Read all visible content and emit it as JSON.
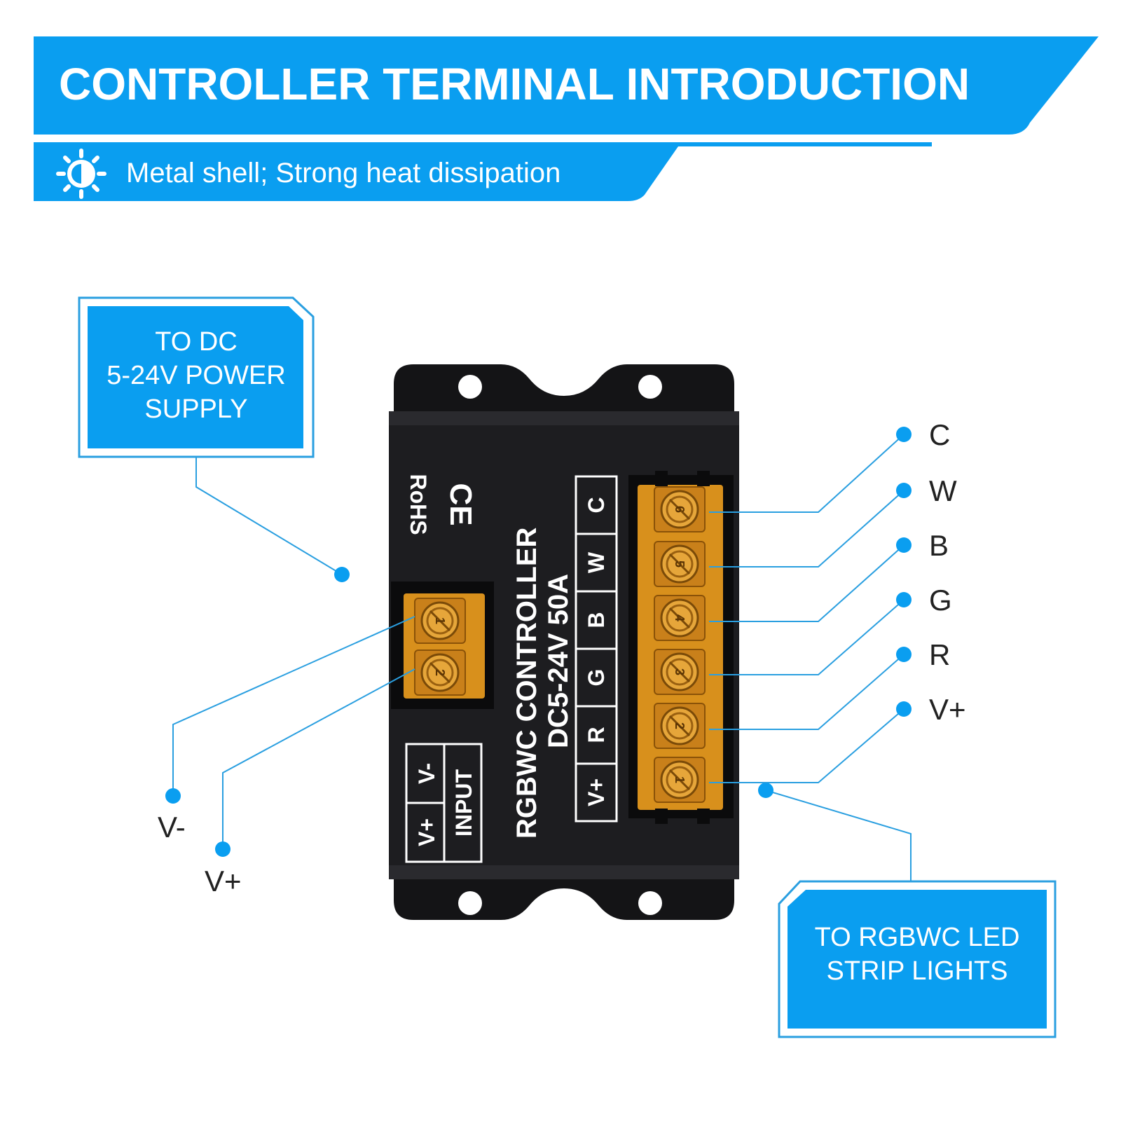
{
  "header": {
    "title": "CONTROLLER TERMINAL INTRODUCTION",
    "subtitle": "Metal shell; Strong heat dissipation",
    "subtitle_icon": "sun-gear-icon"
  },
  "callouts": {
    "power": {
      "lines": [
        "TO DC",
        "5-24V POWER",
        "SUPPLY"
      ]
    },
    "output": {
      "lines": [
        "TO RGBWC LED",
        "STRIP LIGHTS"
      ]
    }
  },
  "input_wires": [
    "V-",
    "V+"
  ],
  "output_wires": [
    "C",
    "W",
    "B",
    "G",
    "R",
    "V+"
  ],
  "device": {
    "line1": "RGBWC   CONTROLLER",
    "line2": "DC5-24V  50A",
    "rohs": "RoHS",
    "ce": "CE",
    "input_label": "INPUT",
    "input_terminals": [
      "V-",
      "V+"
    ],
    "output_terminals": [
      "V+",
      "R",
      "G",
      "B",
      "W",
      "C"
    ],
    "input_screw_numbers": [
      "1",
      "2"
    ],
    "output_screw_numbers": [
      "6",
      "5",
      "4",
      "3",
      "2",
      "1"
    ]
  },
  "colors": {
    "accent": "#0a9ef0",
    "device_body": "#1c1c1e",
    "terminal_amber": "#d8901c"
  }
}
